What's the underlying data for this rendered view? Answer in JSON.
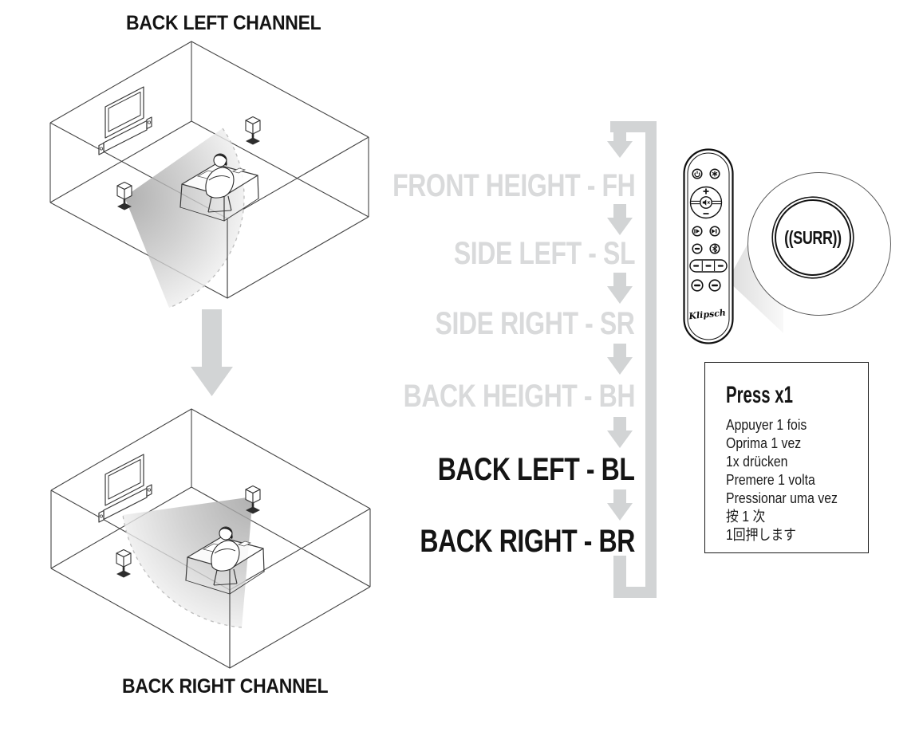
{
  "page": {
    "background": "#ffffff"
  },
  "diagram": {
    "top_room": {
      "title": "BACK LEFT CHANNEL"
    },
    "bottom_room": {
      "title": "BACK RIGHT CHANNEL"
    }
  },
  "channel_sequence": {
    "items": [
      {
        "label": "FRONT HEIGHT - FH",
        "state": "inactive"
      },
      {
        "label": "SIDE LEFT - SL",
        "state": "inactive"
      },
      {
        "label": "SIDE RIGHT - SR",
        "state": "inactive"
      },
      {
        "label": "BACK HEIGHT - BH",
        "state": "inactive"
      },
      {
        "label": "BACK LEFT - BL",
        "state": "active"
      },
      {
        "label": "BACK RIGHT - BR",
        "state": "active"
      }
    ]
  },
  "remote": {
    "brand": "Klipsch",
    "button_icons": [
      "power-icon",
      "asterisk-icon",
      "volume-plus-icon",
      "mute-icon",
      "volume-minus-icon",
      "play-pause-icon",
      "skip-forward-icon",
      "dash-icon",
      "bluetooth-icon",
      "preset-dash-icon",
      "preset-dash-icon",
      "preset-dash-icon",
      "dash-icon",
      "surround-dash-icon"
    ]
  },
  "magnified_button": {
    "label": "((SURR))"
  },
  "instruction_box": {
    "title": "Press x1",
    "translations": [
      "Appuyer 1 fois",
      "Oprima 1 vez",
      "1x drücken",
      "Premere 1 volta",
      "Pressionar uma vez",
      "按 1 次",
      "1回押します"
    ]
  },
  "colors": {
    "inactive_gray": "#d9dadb",
    "flow_gray": "#d2d4d5",
    "active_text": "#141414",
    "line_art": "#454545"
  }
}
